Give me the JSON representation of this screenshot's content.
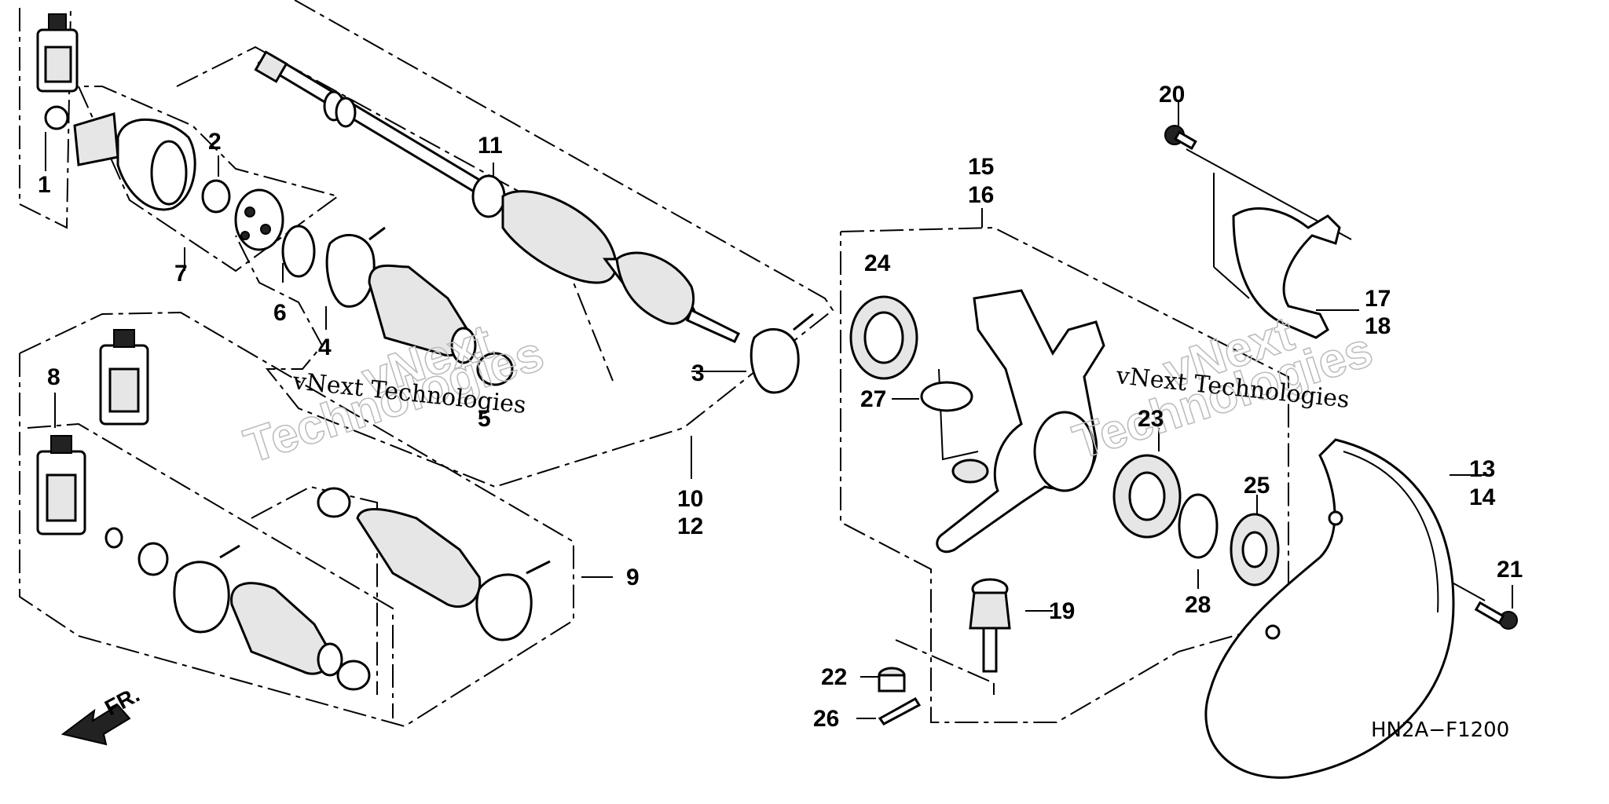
{
  "callouts": {
    "c1": "1",
    "c2": "2",
    "c3": "3",
    "c4": "4",
    "c5": "5",
    "c6": "6",
    "c7": "7",
    "c8": "8",
    "c9": "9",
    "c10": "10",
    "c11": "11",
    "c12": "12",
    "c13": "13",
    "c14": "14",
    "c15": "15",
    "c16": "16",
    "c17": "17",
    "c18": "18",
    "c19": "19",
    "c20": "20",
    "c21": "21",
    "c22": "22",
    "c23": "23",
    "c24": "24",
    "c25": "25",
    "c26": "26",
    "c27": "27",
    "c28": "28"
  },
  "watermark": {
    "left_line1": "vNext Technologies",
    "left_ghost_top": "vNext",
    "left_ghost_bottom": "Technologies",
    "right_line1": "vNext Technologies",
    "right_ghost_top": "vNext",
    "right_ghost_bottom": "Technologies"
  },
  "diagram_code": "HN2A−F1200",
  "front_marker": "FR."
}
